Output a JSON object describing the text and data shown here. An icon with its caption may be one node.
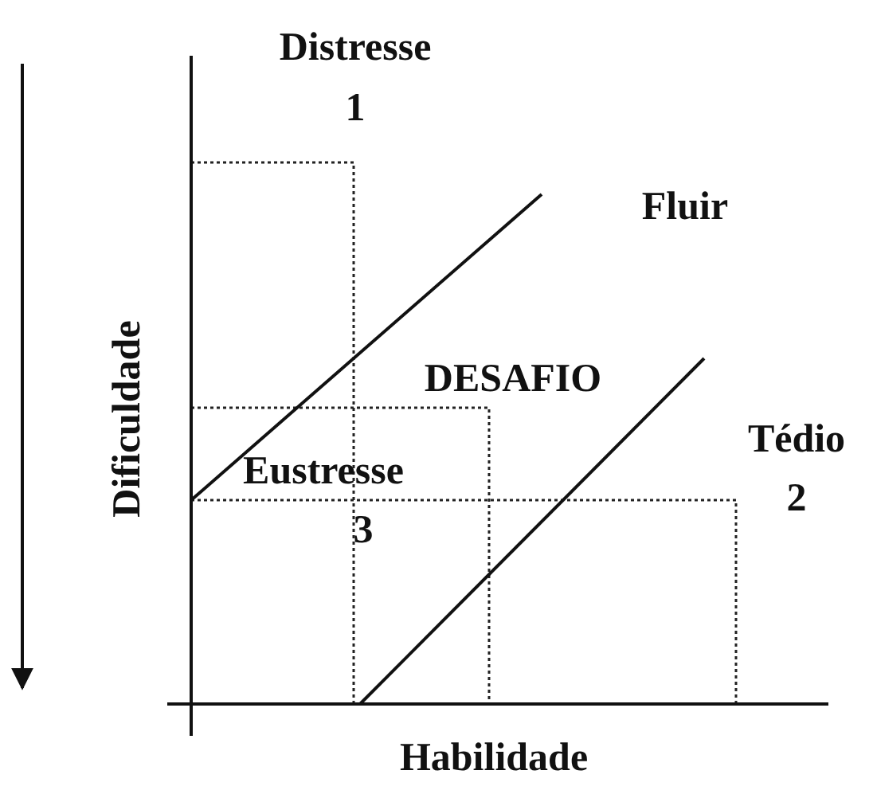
{
  "diagram": {
    "labels": [
      "Distresse",
      "1",
      "Fluir",
      "Dificuldade",
      "DESAFIO",
      "Tédio",
      "2",
      "Eustresse",
      "3",
      "Habilidade"
    ]
  }
}
